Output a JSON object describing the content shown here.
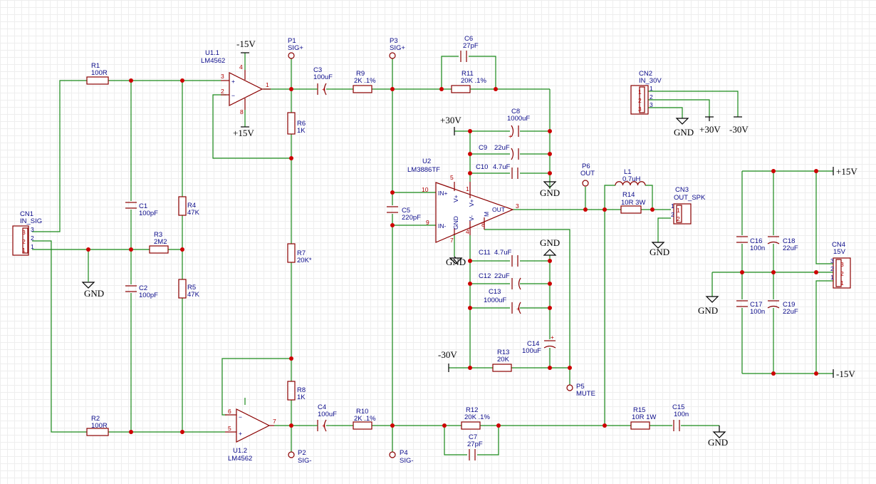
{
  "components": {
    "R1": {
      "ref": "R1",
      "value": "100R"
    },
    "R2": {
      "ref": "R2",
      "value": "100R"
    },
    "R3": {
      "ref": "R3",
      "value": "2M2"
    },
    "R4": {
      "ref": "R4",
      "value": "47K"
    },
    "R5": {
      "ref": "R5",
      "value": "47K"
    },
    "R6": {
      "ref": "R6",
      "value": "1K"
    },
    "R7": {
      "ref": "R7",
      "value": "20K*"
    },
    "R8": {
      "ref": "R8",
      "value": "1K"
    },
    "R9": {
      "ref": "R9",
      "value": "2K .1%"
    },
    "R10": {
      "ref": "R10",
      "value": "2K .1%"
    },
    "R11": {
      "ref": "R11",
      "value": "20K .1%"
    },
    "R12": {
      "ref": "R12",
      "value": "20K .1%"
    },
    "R13": {
      "ref": "R13",
      "value": "20K"
    },
    "R14": {
      "ref": "R14",
      "value": "10R 3W"
    },
    "R15": {
      "ref": "R15",
      "value": "10R 1W"
    },
    "C1": {
      "ref": "C1",
      "value": "100pF"
    },
    "C2": {
      "ref": "C2",
      "value": "100pF"
    },
    "C3": {
      "ref": "C3",
      "value": "100uF"
    },
    "C4": {
      "ref": "C4",
      "value": "100uF"
    },
    "C5": {
      "ref": "C5",
      "value": "220pF"
    },
    "C6": {
      "ref": "C6",
      "value": "27pF"
    },
    "C7": {
      "ref": "C7",
      "value": "27pF"
    },
    "C8": {
      "ref": "C8",
      "value": "1000uF"
    },
    "C9": {
      "ref": "C9",
      "value": "22uF"
    },
    "C10": {
      "ref": "C10",
      "value": "4.7uF"
    },
    "C11": {
      "ref": "C11",
      "value": "4.7uF"
    },
    "C12": {
      "ref": "C12",
      "value": "22uF"
    },
    "C13": {
      "ref": "C13",
      "value": "1000uF"
    },
    "C14": {
      "ref": "C14",
      "value": "100uF"
    },
    "C15": {
      "ref": "C15",
      "value": "100n"
    },
    "C16": {
      "ref": "C16",
      "value": "100n"
    },
    "C17": {
      "ref": "C17",
      "value": "100n"
    },
    "C18": {
      "ref": "C18",
      "value": "22uF"
    },
    "C19": {
      "ref": "C19",
      "value": "22uF"
    },
    "L1": {
      "ref": "L1",
      "value": "0.7uH"
    },
    "U1_1": {
      "ref": "U1.1",
      "value": "LM4562"
    },
    "U1_2": {
      "ref": "U1.2",
      "value": "LM4562"
    },
    "U2": {
      "ref": "U2",
      "value": "LM3886TF"
    },
    "CN1": {
      "ref": "CN1",
      "value": "IN_SIG"
    },
    "CN2": {
      "ref": "CN2",
      "value": "IN_30V"
    },
    "CN3": {
      "ref": "CN3",
      "value": "OUT_SPK"
    },
    "CN4": {
      "ref": "CN4",
      "value": "15V"
    }
  },
  "probes": {
    "P1": {
      "ref": "P1",
      "value": "SIG+"
    },
    "P2": {
      "ref": "P2",
      "value": "SIG-"
    },
    "P3": {
      "ref": "P3",
      "value": "SIG+"
    },
    "P4": {
      "ref": "P4",
      "value": "SIG-"
    },
    "P5": {
      "ref": "P5",
      "value": "MUTE"
    },
    "P6": {
      "ref": "P6",
      "value": "OUT"
    }
  },
  "power": {
    "gnd": "GND",
    "p15": "+15V",
    "m15": "-15V",
    "p30": "+30V",
    "m30": "-30V"
  },
  "pins": {
    "n1": "1",
    "n2": "2",
    "n3": "3",
    "n4": "4",
    "n5": "5",
    "n6": "6",
    "n7": "7",
    "n8": "8",
    "n9": "9",
    "n10": "10"
  },
  "u2_pins": {
    "in_plus": "IN+",
    "in_minus": "IN-",
    "vplus": "V+",
    "vminus": "V-",
    "gnd": "GND",
    "m": "M",
    "out": "OUT"
  },
  "opamp_signs": {
    "plus": "+",
    "minus": "−"
  }
}
